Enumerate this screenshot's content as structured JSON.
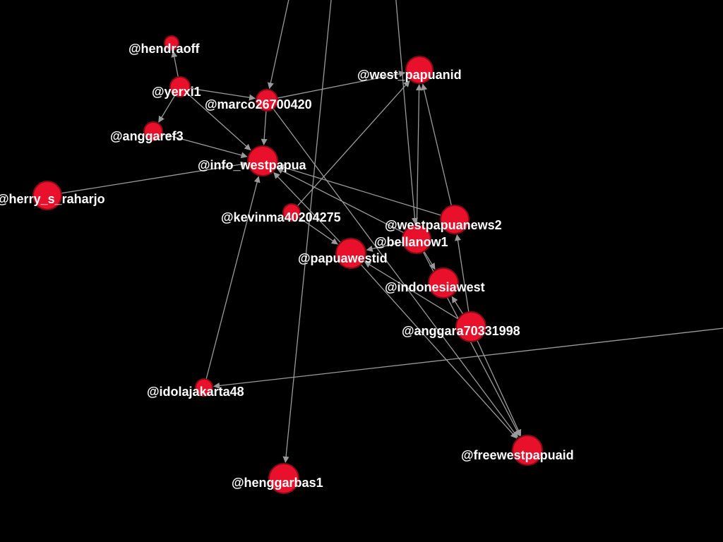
{
  "graph": {
    "node_color": "#e8102a",
    "node_stroke": "#8a0a16",
    "edge_color": "#9a9a9a",
    "label_color": "#ffffff",
    "background": "#000000",
    "nodes": [
      {
        "id": "hendraoff",
        "label": "@hendraoff"
      },
      {
        "id": "yerxi1",
        "label": "@yerxi1"
      },
      {
        "id": "marco26700420",
        "label": "@marco26700420"
      },
      {
        "id": "west_papuanid",
        "label": "@west_papuanid"
      },
      {
        "id": "anggaref3",
        "label": "@anggaref3"
      },
      {
        "id": "info_westpapua",
        "label": "@info_westpapua"
      },
      {
        "id": "herry_s_raharjo",
        "label": "@herry_s_raharjo"
      },
      {
        "id": "kevinma40204275",
        "label": "@kevinma40204275"
      },
      {
        "id": "westpapuanews2",
        "label": "@westpapuanews2"
      },
      {
        "id": "bellanow1",
        "label": "@bellanow1"
      },
      {
        "id": "papuawestid",
        "label": "@papuawestid"
      },
      {
        "id": "indonesiawest",
        "label": "@indonesiawest"
      },
      {
        "id": "anggara70331998",
        "label": "@anggara70331998"
      },
      {
        "id": "idolajakarta48",
        "label": "@idolajakarta48"
      },
      {
        "id": "freewestpapuaid",
        "label": "@freewestpapuaid"
      },
      {
        "id": "henggarbas1",
        "label": "@henggarbas1"
      }
    ],
    "edges": [
      {
        "from": "yerxi1",
        "to": "hendraoff"
      },
      {
        "from": "yerxi1",
        "to": "anggaref3"
      },
      {
        "from": "yerxi1",
        "to": "marco26700420"
      },
      {
        "from": "yerxi1",
        "to": "info_westpapua"
      },
      {
        "from": "marco26700420",
        "to": "info_westpapua"
      },
      {
        "from": "marco26700420",
        "to": "west_papuanid"
      },
      {
        "from": "anggaref3",
        "to": "info_westpapua"
      },
      {
        "from": "herry_s_raharjo",
        "to": "info_westpapua"
      },
      {
        "from": "kevinma40204275",
        "to": "papuawestid"
      },
      {
        "from": "kevinma40204275",
        "to": "west_papuanid"
      },
      {
        "from": "papuawestid",
        "to": "info_westpapua"
      },
      {
        "from": "bellanow1",
        "to": "papuawestid"
      },
      {
        "from": "bellanow1",
        "to": "west_papuanid"
      },
      {
        "from": "bellanow1",
        "to": "indonesiawest"
      },
      {
        "from": "bellanow1",
        "to": "info_westpapua"
      },
      {
        "from": "westpapuanews2",
        "to": "west_papuanid"
      },
      {
        "from": "westpapuanews2",
        "to": "info_westpapua"
      },
      {
        "from": "anggara70331998",
        "to": "indonesiawest"
      },
      {
        "from": "anggara70331998",
        "to": "papuawestid"
      },
      {
        "from": "anggara70331998",
        "to": "westpapuanews2"
      },
      {
        "from": "anggara70331998",
        "to": "freewestpapuaid"
      },
      {
        "from": "papuawestid",
        "to": "freewestpapuaid"
      },
      {
        "from": "marco26700420",
        "to": "freewestpapuaid"
      },
      {
        "from": "bellanow1",
        "to": "freewestpapuaid"
      },
      {
        "from": "idolajakarta48",
        "to": "info_westpapua"
      },
      {
        "from": "offscreen_top_a",
        "to": "marco26700420"
      },
      {
        "from": "offscreen_top_b",
        "to": "henggarbas1"
      },
      {
        "from": "offscreen_top_c",
        "to": "bellanow1"
      },
      {
        "from": "offscreen_right",
        "to": "idolajakarta48"
      }
    ]
  }
}
